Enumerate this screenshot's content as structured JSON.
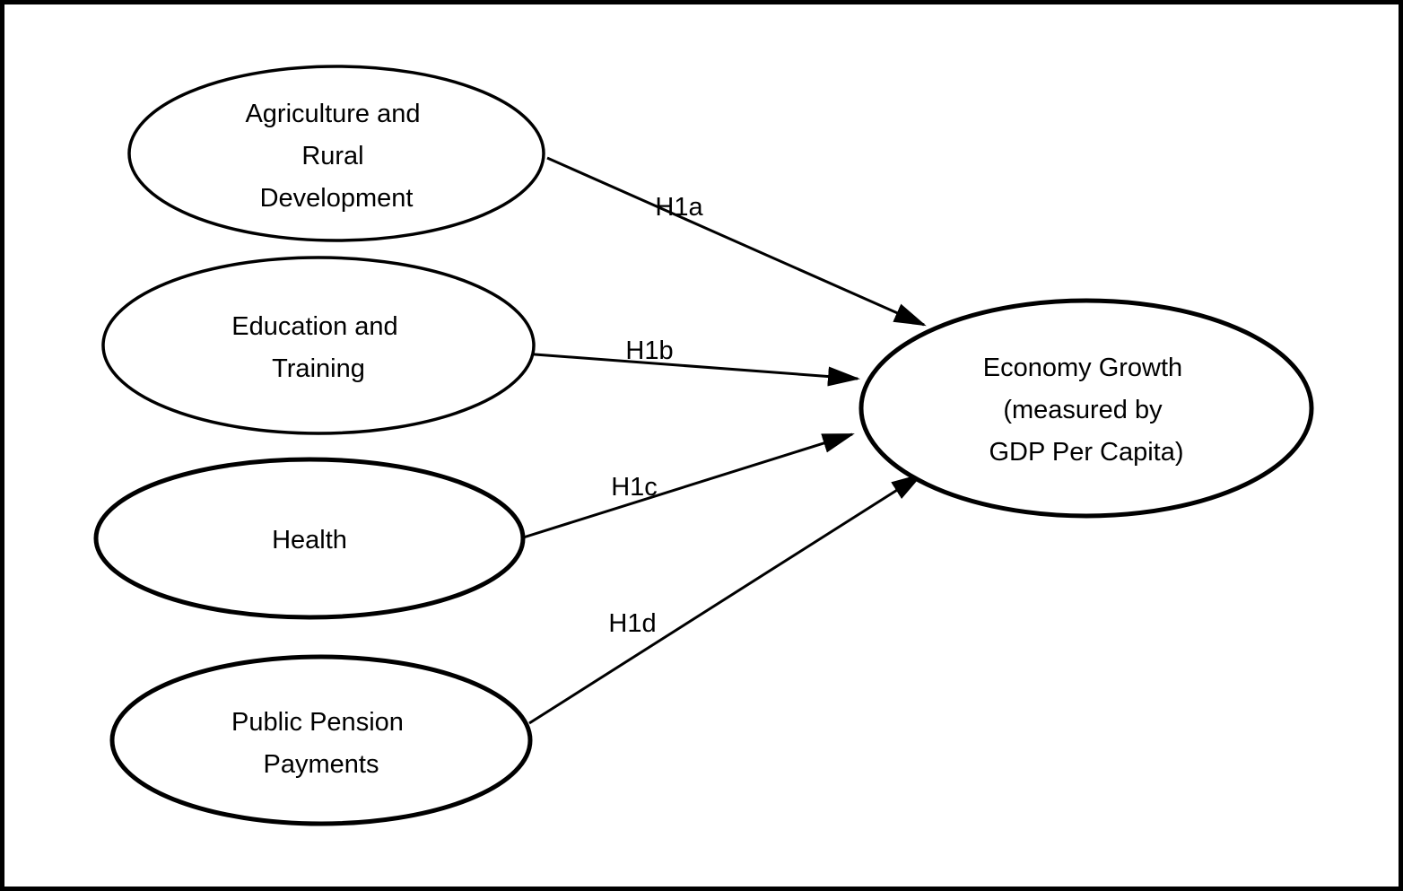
{
  "diagram": {
    "nodes": [
      {
        "id": "agriculture-rural-development",
        "lines": [
          "Agriculture and",
          "Rural",
          "Development"
        ]
      },
      {
        "id": "education-training",
        "lines": [
          "Education and",
          "Training"
        ]
      },
      {
        "id": "health",
        "lines": [
          "Health"
        ]
      },
      {
        "id": "public-pension-payments",
        "lines": [
          "Public Pension",
          "Payments"
        ]
      },
      {
        "id": "economy-growth",
        "lines": [
          "Economy Growth",
          "(measured by",
          "GDP Per Capita)"
        ]
      }
    ],
    "edges": [
      {
        "label": "H1a",
        "from": "agriculture-rural-development",
        "to": "economy-growth"
      },
      {
        "label": "H1b",
        "from": "education-training",
        "to": "economy-growth"
      },
      {
        "label": "H1c",
        "from": "health",
        "to": "economy-growth"
      },
      {
        "label": "H1d",
        "from": "public-pension-payments",
        "to": "economy-growth"
      }
    ],
    "colors": {
      "stroke": "#000000",
      "text": "#000000",
      "background": "#ffffff"
    }
  }
}
